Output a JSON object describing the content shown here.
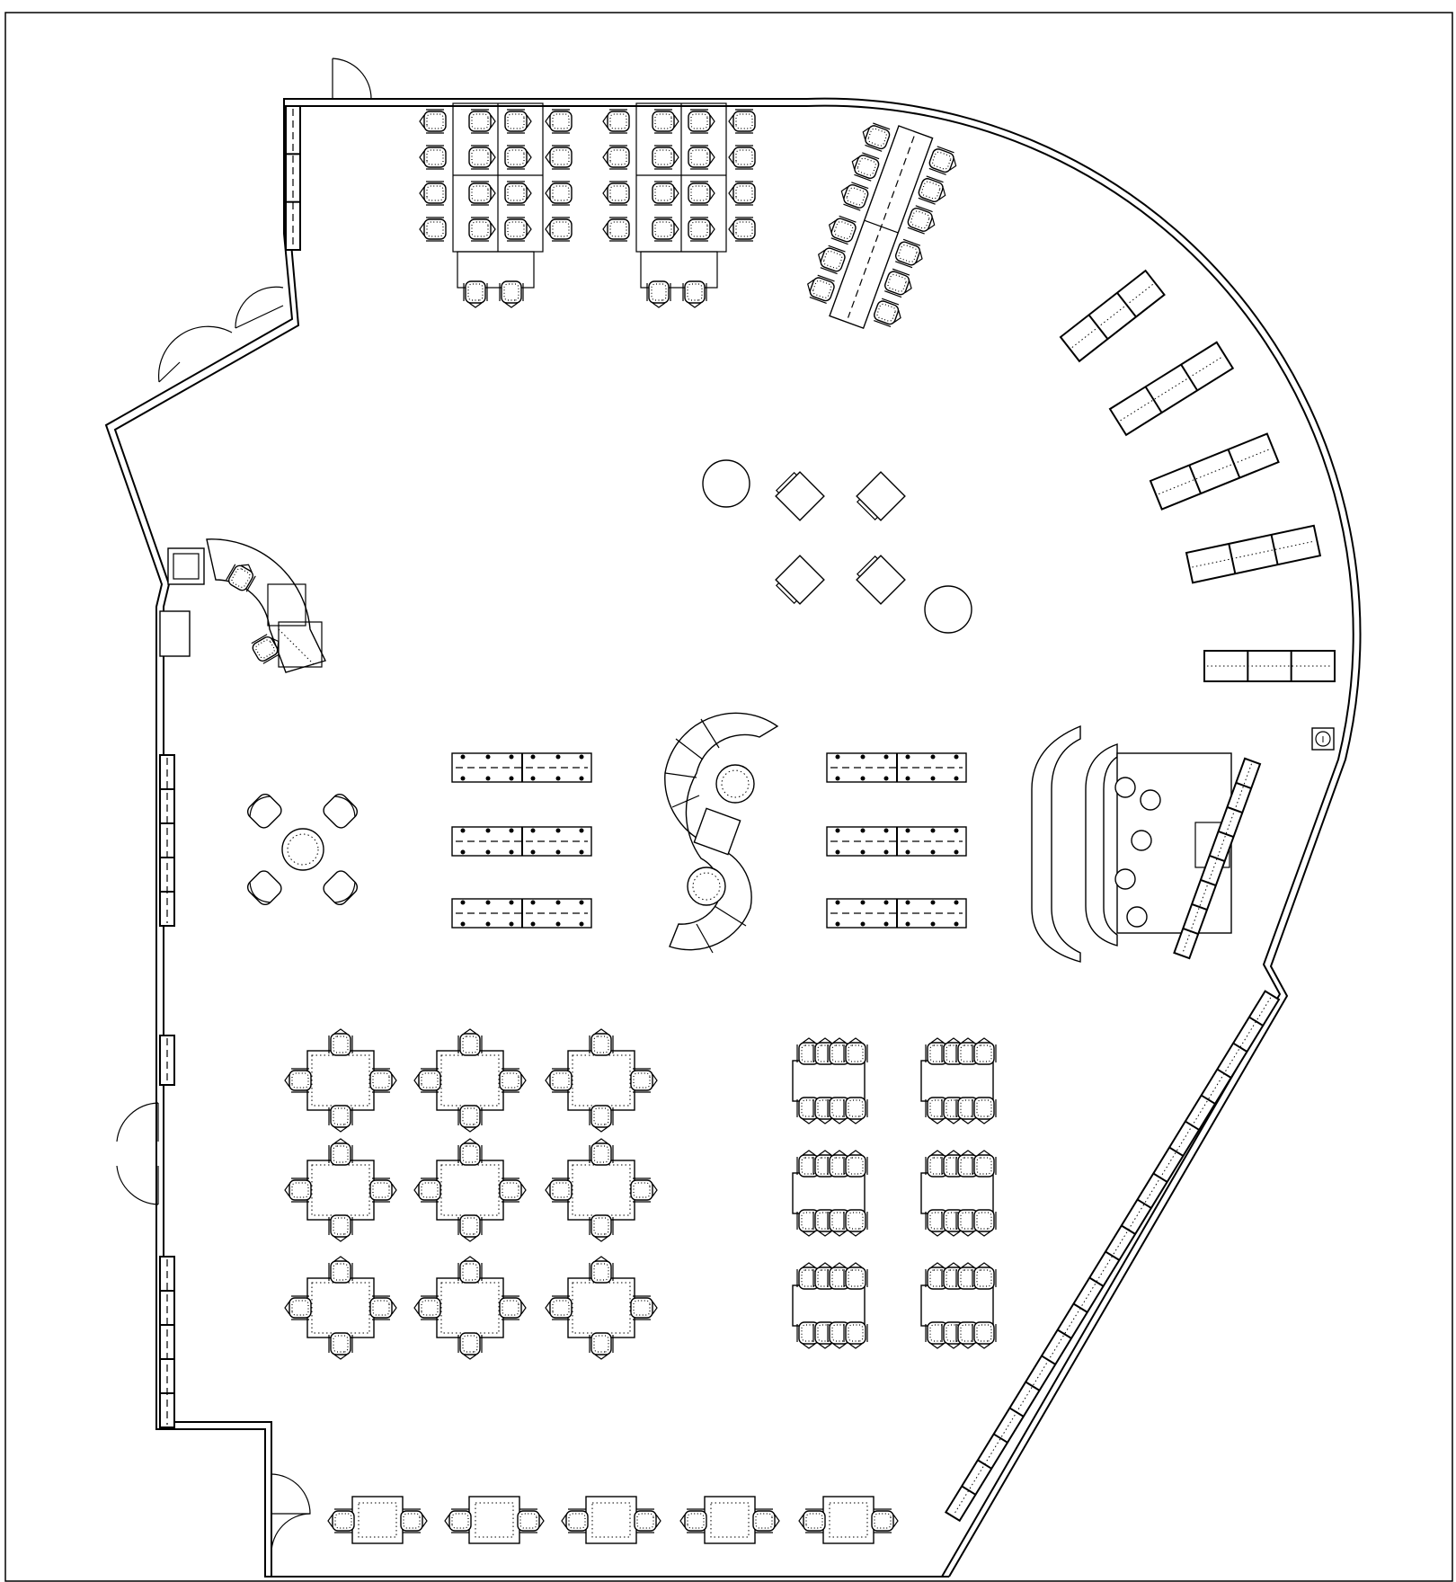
{
  "drawing": {
    "kind": "library floor plan",
    "labels": [
      "I"
    ]
  },
  "legend_text": {
    "fixture_mark": "I"
  },
  "zones": [
    "workstation-cluster-a",
    "workstation-cluster-b",
    "angled-benching",
    "perimeter-shelving-curve",
    "lounge-chairs",
    "service-desk",
    "round-table-group",
    "bookshelf-rows-left",
    "serpentine-seating",
    "bookshelf-rows-right",
    "curved-sofa-area",
    "square-tables-grid",
    "rectangular-tables-grid",
    "bottom-study-carrels",
    "perimeter-shelving-diagonal"
  ],
  "icons": [
    "door-swing-icon",
    "chair-icon",
    "shelf-icon",
    "table-icon"
  ]
}
